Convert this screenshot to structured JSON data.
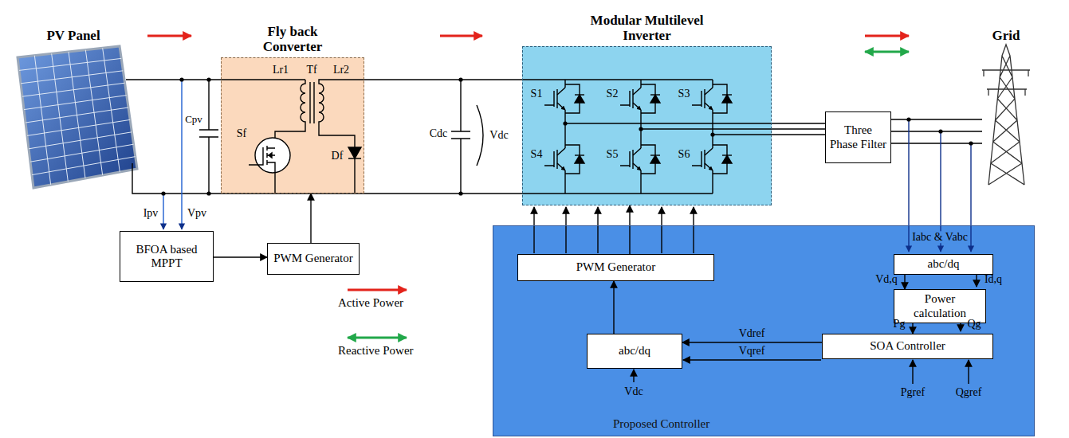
{
  "diagram": {
    "nodes": [
      {
        "text": [
          "Fly back Converter"
        ]
      },
      {
        "text": [
          "Modular Multilevel Inverter"
        ]
      },
      {
        "text": [
          "BFOA based MPPT"
        ]
      },
      {
        "text": [
          "PWM Generator"
        ]
      },
      {
        "text": [
          "Three Phase Filter"
        ]
      },
      {
        "text": [
          "Proposed Controller"
        ]
      },
      {
        "text": [
          "PWM Generator"
        ],
        "in": 5
      },
      {
        "text": [
          "abc/dq"
        ],
        "in": 5
      },
      {
        "text": [
          "Power calculation"
        ],
        "in": 5
      },
      {
        "text": [
          "SOA Controller"
        ],
        "in": 5
      },
      {
        "text": [
          "abc/dq"
        ],
        "in": 5
      }
    ],
    "edges": [
      {
        "from": 2,
        "to": 3,
        "arrow": "to"
      },
      {
        "from": 3,
        "to": 0,
        "arrow": "to"
      },
      {
        "from": 0,
        "to": 1,
        "arrow": "none"
      },
      {
        "from": 1,
        "to": 4,
        "arrow": "none"
      },
      {
        "from": 6,
        "to": 1,
        "arrow": "to"
      },
      {
        "from": 7,
        "to": 8,
        "arrow": "to"
      },
      {
        "from": 8,
        "to": 9,
        "arrow": "to"
      },
      {
        "from": 9,
        "to": 10,
        "arrow": "to"
      },
      {
        "from": 10,
        "to": 6,
        "arrow": "to"
      }
    ],
    "labels": [
      "PV Panel",
      "Grid",
      "Lr1",
      "Tf",
      "Lr2",
      "Sf",
      "Df",
      "Cpv",
      "Cdc",
      "Vdc",
      "S1",
      "S2",
      "S3",
      "S4",
      "S5",
      "S6",
      "Ipv",
      "Vpv",
      "Iabc & Vabc",
      "Vd,q",
      "Id,q",
      "Pg",
      "Qg",
      "Vdref",
      "Vqref",
      "Vdc",
      "Pgref",
      "Qgref"
    ],
    "legend": [
      {
        "text": "Active Power"
      },
      {
        "text": "Reactive Power"
      }
    ]
  }
}
